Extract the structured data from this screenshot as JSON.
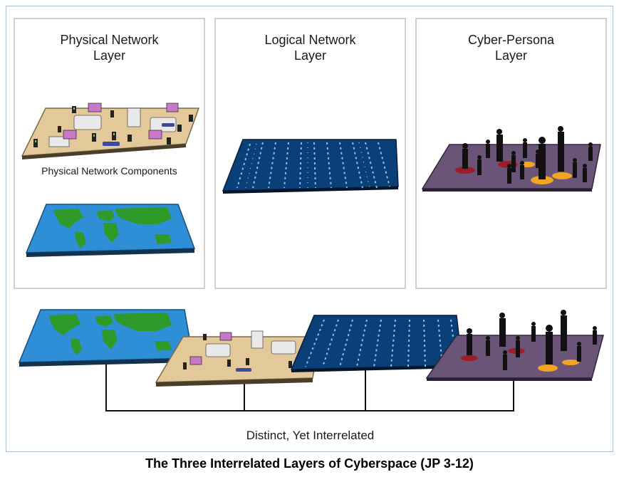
{
  "panels": [
    {
      "title_line1": "Physical Network",
      "title_line2": "Layer"
    },
    {
      "title_line1": "Logical Network",
      "title_line2": "Layer"
    },
    {
      "title_line1": "Cyber-Persona",
      "title_line2": "Layer"
    }
  ],
  "physical_components_label": "Physical Network Components",
  "bottom_label": "Distinct, Yet Interrelated",
  "caption": "The Three Interrelated Layers of Cyberspace (JP 3-12)",
  "colors": {
    "map_ocean": "#2f8fd6",
    "map_land": "#2f9a2a",
    "tabletop": "#e3c89a",
    "code_bg": "#0a3f78",
    "code_glyph": "#8fe0ff",
    "persona_floor": "#6a5578",
    "persona_red": "#9c1c2a",
    "persona_orange": "#f2a521"
  }
}
